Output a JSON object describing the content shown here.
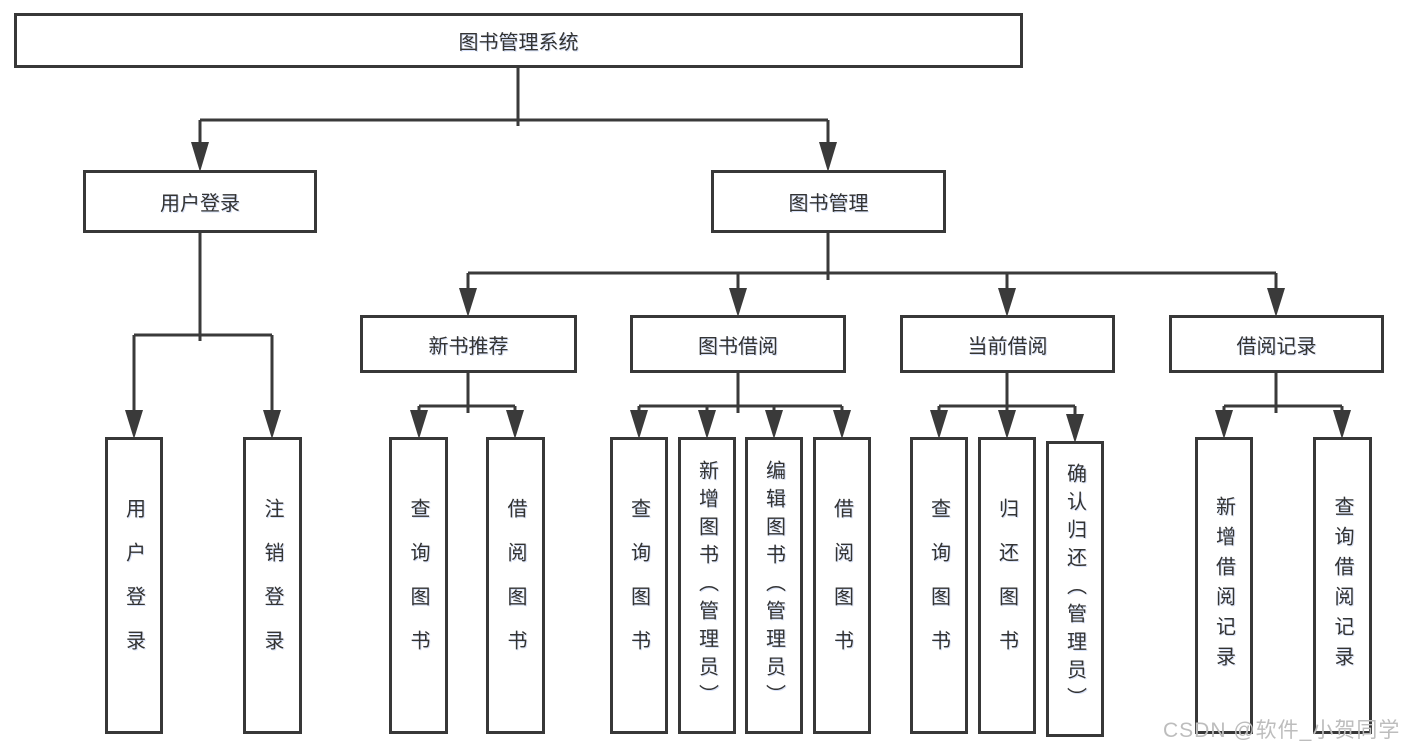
{
  "tree": {
    "root": {
      "label": "图书管理系统"
    },
    "branches": [
      {
        "label": "用户登录",
        "leaves": [
          "用户登录",
          "注销登录"
        ]
      },
      {
        "label": "图书管理",
        "groups": [
          {
            "label": "新书推荐",
            "leaves": [
              "查询图书",
              "借阅图书"
            ]
          },
          {
            "label": "图书借阅",
            "leaves": [
              "查询图书",
              "新增图书（管理员）",
              "编辑图书（管理员）",
              "借阅图书"
            ]
          },
          {
            "label": "当前借阅",
            "leaves": [
              "查询图书",
              "归还图书",
              "确认归还（管理员）"
            ]
          },
          {
            "label": "借阅记录",
            "leaves": [
              "新增借阅记录",
              "查询借阅记录"
            ]
          }
        ]
      }
    ]
  },
  "colors": {
    "line": "#3a3a3a",
    "text": "#333333",
    "watermark": "#bdbdbd",
    "background": "#ffffff"
  },
  "watermark": {
    "text": "CSDN @软件_小贺同学"
  }
}
